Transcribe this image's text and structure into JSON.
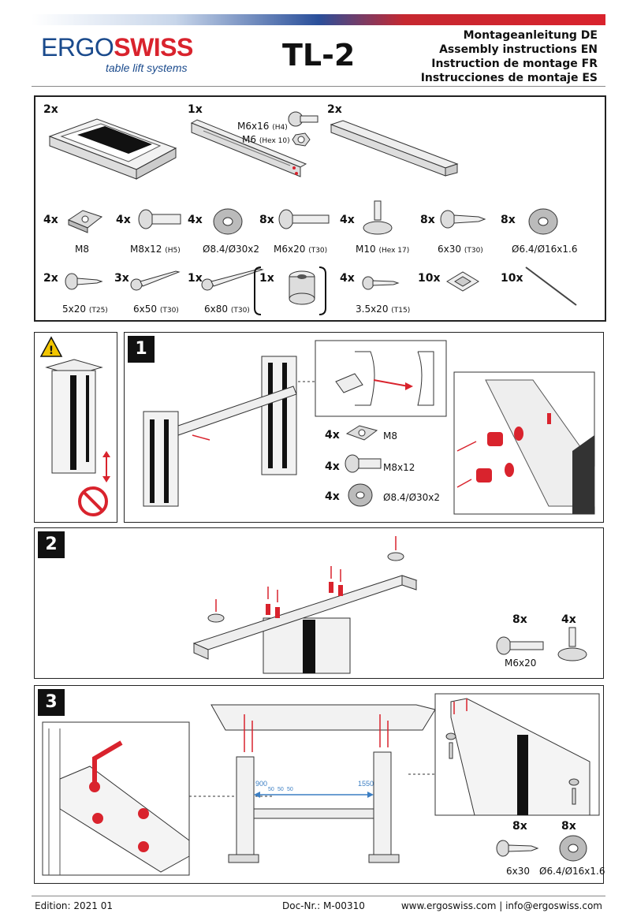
{
  "header": {
    "brand_ergo": "ERGO",
    "brand_swiss": "SWISS",
    "tagline": "table lift systems",
    "model": "TL-2",
    "titles": [
      "Montageanleitung DE",
      "Assembly instructions EN",
      "Instruction de montage FR",
      "Instrucciones de montaje ES"
    ]
  },
  "parts": {
    "row1": [
      {
        "qty": "2x"
      },
      {
        "qty": "1x",
        "labels": [
          "M6x16",
          "M6"
        ],
        "label_notes": [
          "(H4)",
          "(Hex 10)"
        ]
      },
      {
        "qty": "2x"
      }
    ],
    "row2": [
      {
        "qty": "4x",
        "label": "M8",
        "note": ""
      },
      {
        "qty": "4x",
        "label": "M8x12",
        "note": "(H5)"
      },
      {
        "qty": "4x",
        "label": "Ø8.4/Ø30x2",
        "note": ""
      },
      {
        "qty": "8x",
        "label": "M6x20",
        "note": "(T30)"
      },
      {
        "qty": "4x",
        "label": "M10",
        "note": "(Hex 17)"
      },
      {
        "qty": "8x",
        "label": "6x30",
        "note": "(T30)"
      },
      {
        "qty": "8x",
        "label": "Ø6.4/Ø16x1.6",
        "note": ""
      }
    ],
    "row3": [
      {
        "qty": "2x",
        "label": "5x20",
        "note": "(T25)"
      },
      {
        "qty": "3x",
        "label": "6x50",
        "note": "(T30)"
      },
      {
        "qty": "1x",
        "label": "6x80",
        "note": "(T30)"
      },
      {
        "qty": "1x",
        "label": "",
        "note": ""
      },
      {
        "qty": "4x",
        "label": "3.5x20",
        "note": "(T15)"
      },
      {
        "qty": "10x",
        "label": "",
        "note": ""
      },
      {
        "qty": "10x",
        "label": "",
        "note": ""
      }
    ]
  },
  "steps": {
    "s1": {
      "number": "1",
      "parts": [
        {
          "qty": "4x",
          "label": "M8"
        },
        {
          "qty": "4x",
          "label": "M8x12"
        },
        {
          "qty": "4x",
          "label": "Ø8.4/Ø30x2"
        }
      ]
    },
    "s2": {
      "number": "2",
      "parts": [
        {
          "qty": "8x",
          "label": "M6x20"
        },
        {
          "qty": "4x",
          "label": ""
        }
      ]
    },
    "s3": {
      "number": "3",
      "dim_min": "900",
      "dim_max": "1550",
      "dim_steps": [
        "50",
        "50",
        "50"
      ],
      "parts": [
        {
          "qty": "8x",
          "label": "6x30"
        },
        {
          "qty": "8x",
          "label": "Ø6.4/Ø16x1.6"
        }
      ]
    }
  },
  "footer": {
    "edition": "Edition: 2021 01",
    "doc": "Doc-Nr.: M-00310",
    "contact": "www.ergoswiss.com | info@ergoswiss.com"
  },
  "colors": {
    "accent_red": "#d9232d",
    "brand_blue": "#1a4a8c",
    "dim_blue": "#3c7fc4"
  }
}
